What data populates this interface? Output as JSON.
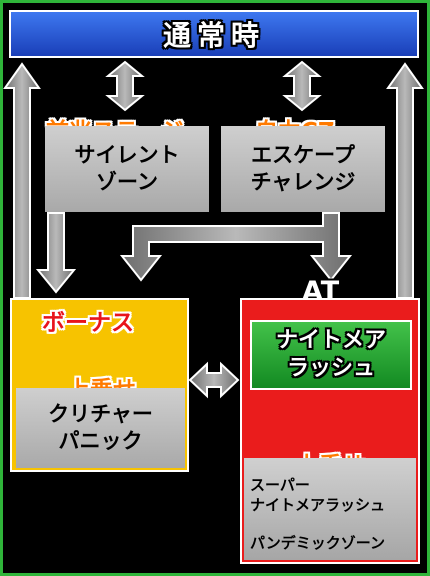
{
  "top_banner": {
    "label": "通常時"
  },
  "zenchou": {
    "heading": "前兆ステージ",
    "name_line1": "サイレント",
    "name_line2": "ゾーン"
  },
  "jiriki": {
    "heading": "自力CZ",
    "name_line1": "エスケープ",
    "name_line2": "チャレンジ"
  },
  "bonus": {
    "heading": "ボーナス",
    "uwanose_heading": "上乗せ",
    "name_line1": "クリチャー",
    "name_line2": "パニック"
  },
  "at": {
    "heading": "AT",
    "name_line1": "ナイトメア",
    "name_line2": "ラッシュ",
    "uwanose_heading": "上乗せ",
    "item1_line1": "スーパー",
    "item1_line2": "ナイトメアラッシュ",
    "item2": "パンデミックゾーン"
  },
  "colors": {
    "green_border": "#2fb53a",
    "banner_blue": "#1f4fd6",
    "bonus_yellow": "#f7c300",
    "at_red": "#ea1c1c",
    "at_green": "#1fa032",
    "arrow_gray": "#8c8c8c"
  }
}
